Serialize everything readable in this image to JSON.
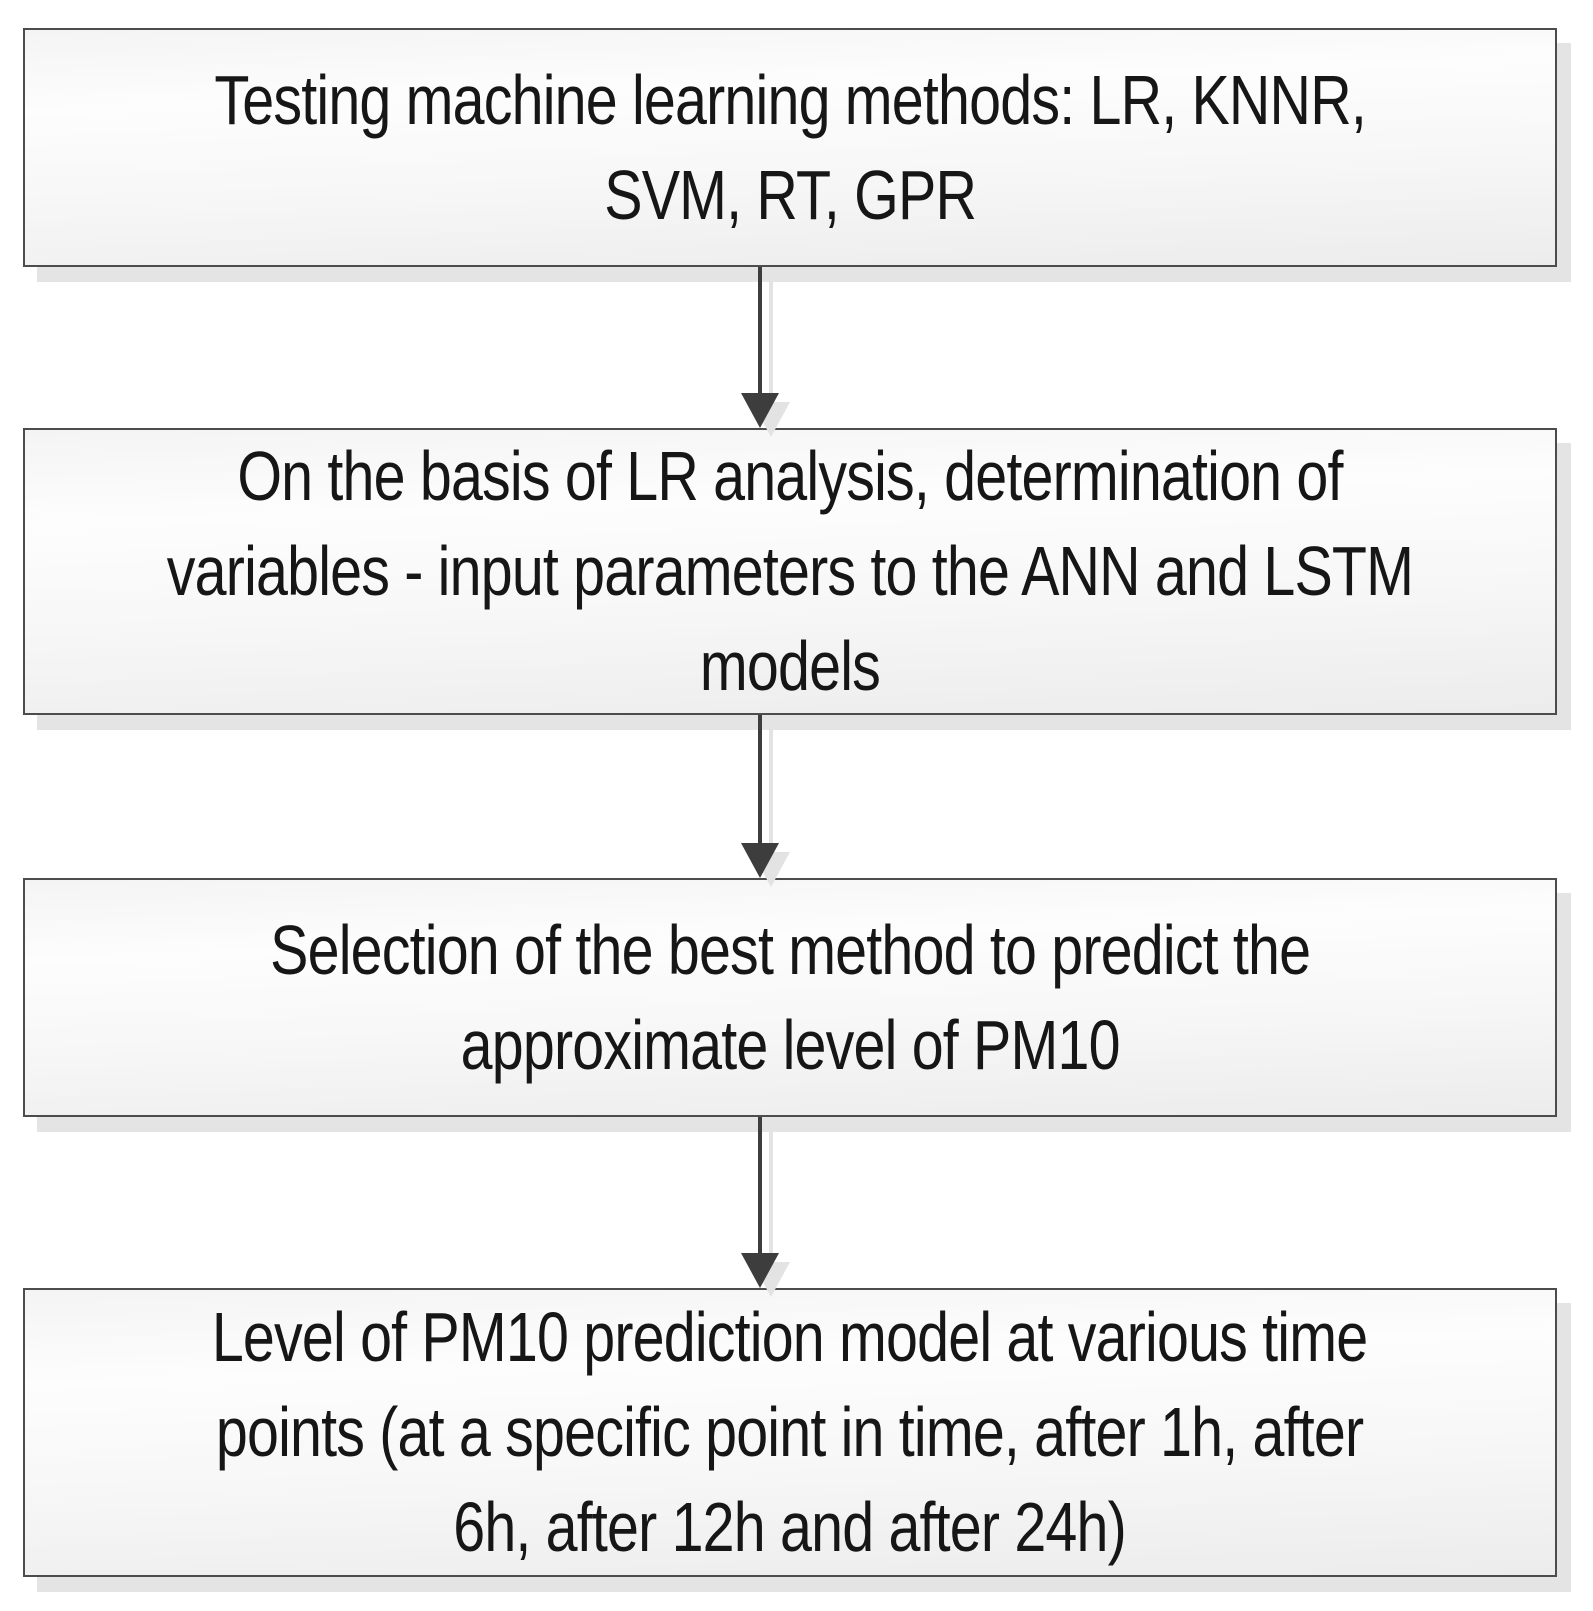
{
  "flowchart": {
    "steps": [
      {
        "text": "Testing machine learning methods: LR, KNNR,\nSVM, RT, GPR"
      },
      {
        "text": "On the basis of LR analysis, determination of\nvariables - input parameters to the ANN and LSTM\nmodels"
      },
      {
        "text": "Selection of the best method to predict the\napproximate level of PM10"
      },
      {
        "text": "Level of PM10 prediction model at various time\npoints (at a specific point in time, after 1h, after\n6h, after 12h and after 24h)"
      }
    ],
    "colors": {
      "box_border": "#4c4c4c",
      "box_fill_top": "#f4f4f4",
      "box_fill_bottom": "#ececec",
      "shadow": "#e4e4e4",
      "arrow": "#3d3d3d",
      "text": "#161616"
    }
  }
}
